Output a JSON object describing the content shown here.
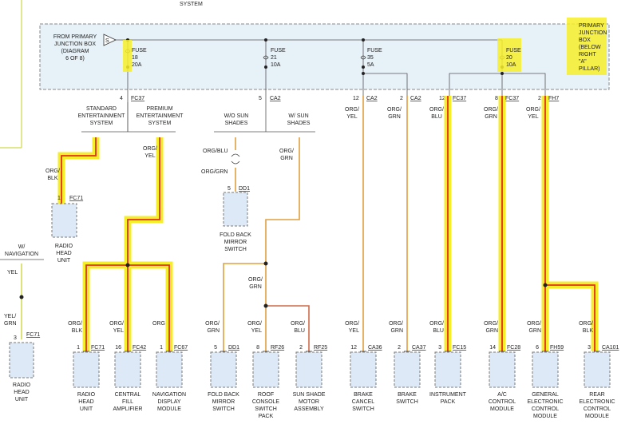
{
  "top_label": "SYSTEM",
  "junction_box": {
    "source_label": [
      "FROM PRIMARY",
      "JUNCTION BOX",
      "(DIAGRAM",
      "6 OF 8)"
    ],
    "source_marker": "S",
    "location_label": [
      "PRIMARY",
      "JUNCTION",
      "BOX",
      "(BELOW",
      "RIGHT",
      "\"A\"",
      "PILLAR)"
    ]
  },
  "fuses": [
    {
      "lines": [
        "FUSE",
        "18",
        "20A"
      ]
    },
    {
      "lines": [
        "FUSE",
        "21",
        "10A"
      ]
    },
    {
      "lines": [
        "FUSE",
        "35",
        "5A"
      ]
    },
    {
      "lines": [
        "FUSE",
        "20",
        "10A"
      ]
    }
  ],
  "upper_connectors": [
    {
      "pin": "4",
      "name": "FC37"
    },
    {
      "pin": "5",
      "name": "CA2"
    },
    {
      "pin": "12",
      "name": "CA2"
    },
    {
      "pin": "2",
      "name": "CA2"
    },
    {
      "pin": "12",
      "name": "FC37"
    },
    {
      "pin": "8",
      "name": "FC37"
    },
    {
      "pin": "2",
      "name": "FH7"
    }
  ],
  "options": {
    "standard": [
      "STANDARD",
      "ENTERTAINMENT",
      "SYSTEM"
    ],
    "premium": [
      "PREMIUM",
      "ENTERTAINMENT",
      "SYSTEM"
    ],
    "wo_sun": [
      "W/O SUN",
      "SHADES"
    ],
    "w_sun": [
      "W/ SUN",
      "SHADES"
    ],
    "w_nav": [
      "W/",
      "NAVIGATION"
    ]
  },
  "wire_labels": {
    "org_blk_left": [
      "ORG/",
      "BLK"
    ],
    "org_yel_premium": [
      "ORG/",
      "YEL"
    ],
    "org_blu_top": "ORG/BLU",
    "org_grn_top": "ORG/GRN",
    "org_grn_wsun": [
      "ORG/",
      "GRN"
    ],
    "org_grn_mid": [
      "ORG/",
      "GRN"
    ],
    "org_yel_ca2": [
      "ORG/",
      "YEL"
    ],
    "org_grn_ca2": [
      "ORG/",
      "GRN"
    ],
    "org_blu_fc37": [
      "ORG/",
      "BLU"
    ],
    "org_grn_fc37": [
      "ORG/",
      "GRN"
    ],
    "org_yel_fh7": [
      "ORG/",
      "YEL"
    ],
    "yel_nav": "YEL",
    "yel_grn_nav": [
      "YEL/",
      "GRN"
    ]
  },
  "components": [
    {
      "pin": "1",
      "conn": "FC71",
      "name": [
        "RADIO",
        "HEAD",
        "UNIT"
      ],
      "wire": [
        "ORG/",
        "BLK"
      ]
    },
    {
      "pin": "16",
      "conn": "FC42",
      "name": [
        "CENTRAL",
        "FILL",
        "AMPLIFIER"
      ],
      "wire": [
        "ORG/",
        "YEL"
      ]
    },
    {
      "pin": "1",
      "conn": "FC67",
      "name": [
        "NAVIGATION",
        "DISPLAY",
        "MODULE"
      ],
      "wire": [
        "ORG"
      ]
    },
    {
      "pin": "5",
      "conn": "DD1",
      "name": [
        "FOLD BACK",
        "MIRROR",
        "SWITCH"
      ],
      "wire": [
        "ORG/",
        "GRN"
      ]
    },
    {
      "pin": "8",
      "conn": "RF26",
      "name": [
        "ROOF",
        "CONSOLE",
        "SWITCH",
        "PACK"
      ],
      "wire": [
        "ORG/",
        "YEL"
      ]
    },
    {
      "pin": "2",
      "conn": "RF25",
      "name": [
        "SUN SHADE",
        "MOTOR",
        "ASSEMBLY"
      ],
      "wire": [
        "ORG/",
        "BLU"
      ]
    },
    {
      "pin": "12",
      "conn": "CA36",
      "name": [
        "BRAKE",
        "CANCEL",
        "SWITCH"
      ],
      "wire": [
        "ORG/",
        "YEL"
      ]
    },
    {
      "pin": "2",
      "conn": "CA37",
      "name": [
        "BRAKE",
        "SWITCH"
      ],
      "wire": [
        "ORG/",
        "GRN"
      ]
    },
    {
      "pin": "3",
      "conn": "FC15",
      "name": [
        "INSTRUMENT",
        "PACK"
      ],
      "wire": [
        "ORG/",
        "BLU"
      ]
    },
    {
      "pin": "14",
      "conn": "FC28",
      "name": [
        "A/C",
        "CONTROL",
        "MODULE"
      ],
      "wire": [
        "ORG/",
        "GRN"
      ]
    },
    {
      "pin": "6",
      "conn": "FH59",
      "name": [
        "GENERAL",
        "ELECTRONIC",
        "CONTROL",
        "MODULE"
      ],
      "wire": [
        "ORG/",
        "GRN"
      ]
    },
    {
      "pin": "3",
      "conn": "CA101",
      "name": [
        "REAR",
        "ELECTRONIC",
        "CONTROL",
        "MODULE"
      ],
      "wire": [
        "ORG/",
        "BLK"
      ]
    }
  ],
  "upper_components": [
    {
      "pin": "1",
      "conn": "FC71",
      "name": [
        "RADIO",
        "HEAD",
        "UNIT"
      ]
    },
    {
      "pin": "5",
      "conn": "DD1",
      "name": [
        "FOLD BACK",
        "MIRROR",
        "SWITCH"
      ]
    }
  ],
  "left_component": {
    "pin": "3",
    "conn": "FC71",
    "name": [
      "RADIO",
      "HEAD",
      "UNIT"
    ]
  },
  "colors": {
    "wire_org": "#e0a040",
    "wire_org_red": "#d06a4a",
    "highlight_yellow": "#f7ee2a",
    "highlight_red": "#e03020",
    "box_fill": "#dde9f6",
    "box_stroke": "#7a7a7a",
    "junction_fill": "#e6f1f8",
    "left_line": "#d9e06a"
  }
}
